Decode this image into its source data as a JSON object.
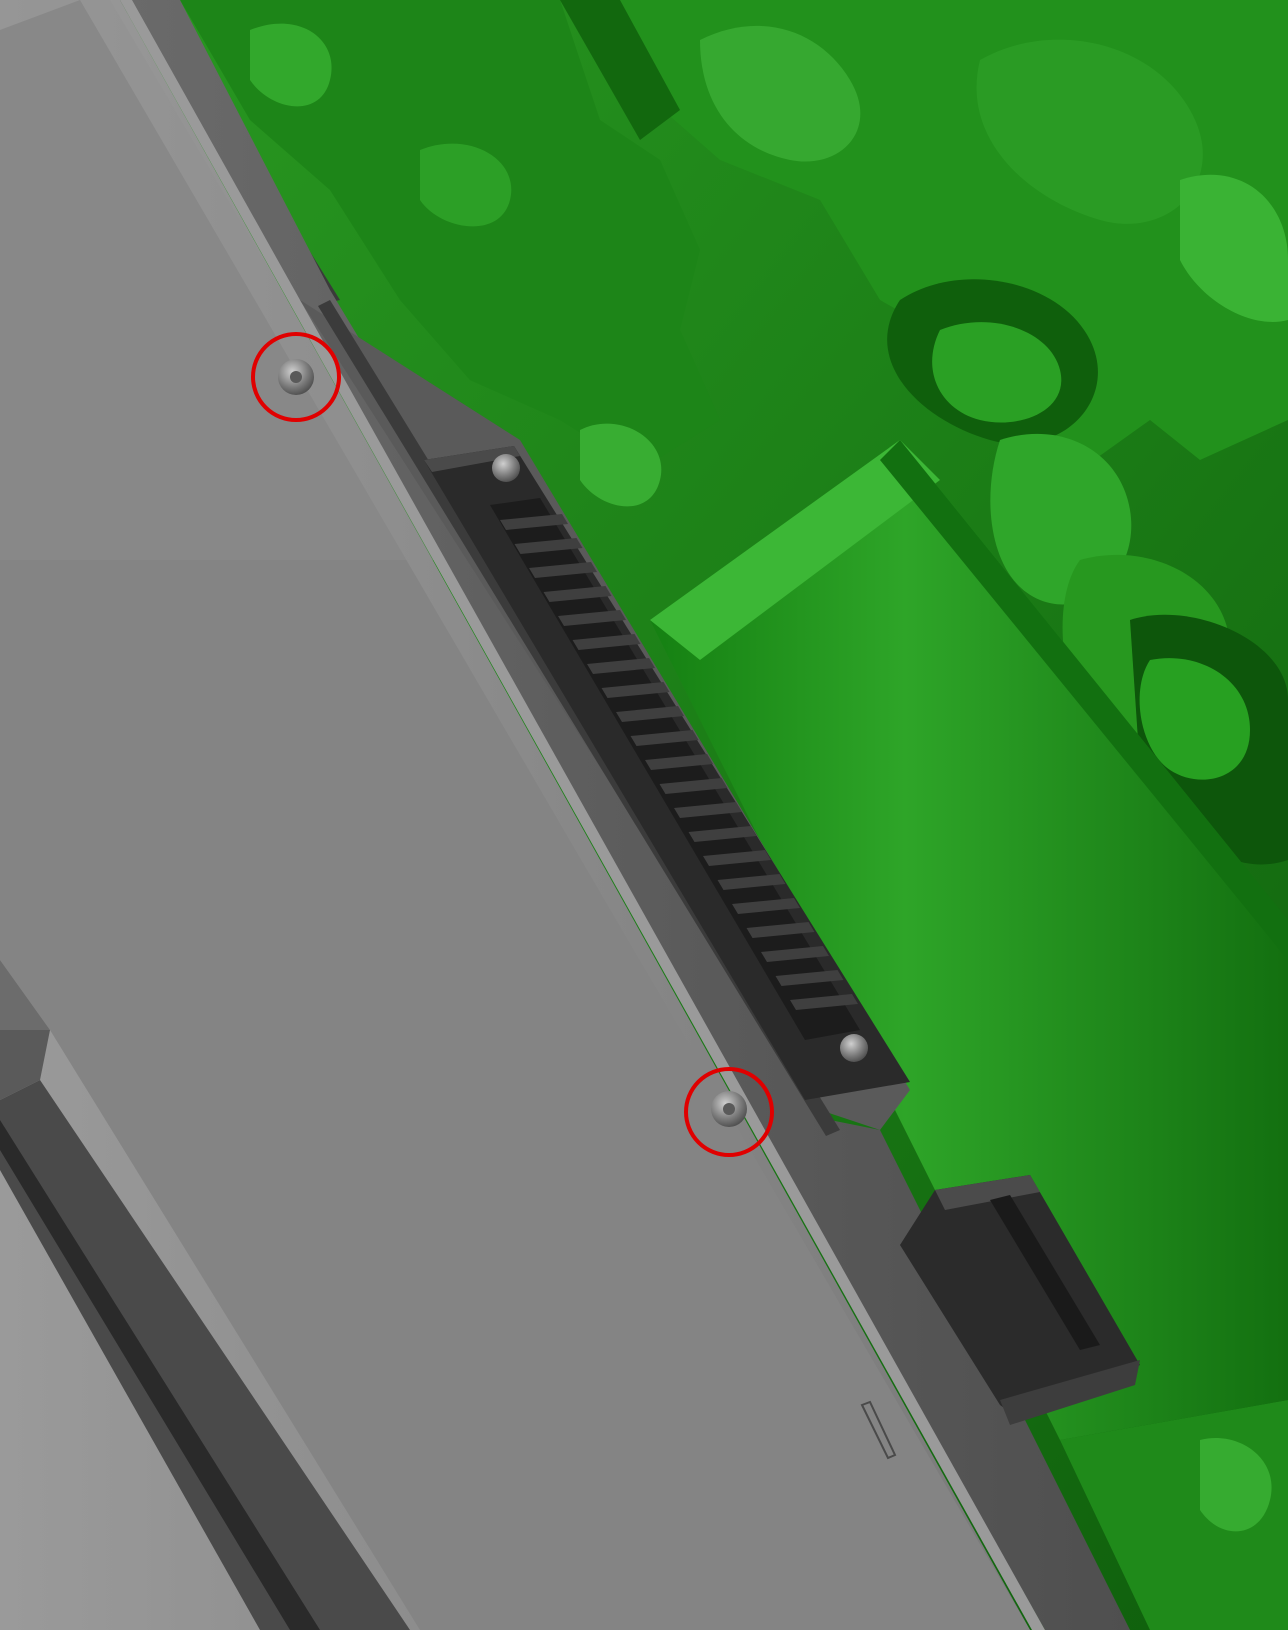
{
  "image": {
    "kind": "CAD service illustration",
    "colors": {
      "engine_green": "#1f8a1a",
      "engine_dark_green": "#0e5a0c",
      "engine_highlight": "#3fb03a",
      "panel_light": "#8a8a8a",
      "panel_face": "#7f7f7f",
      "panel_rail": "#5e5e5e",
      "panel_edge": "#3b3b3b",
      "grille_black": "#262626",
      "callout_red": "#e00000"
    }
  },
  "callouts": [
    {
      "marker": "circle",
      "target": "screw-upper",
      "color": "#e00000"
    },
    {
      "marker": "circle",
      "target": "screw-lower",
      "color": "#e00000"
    }
  ]
}
